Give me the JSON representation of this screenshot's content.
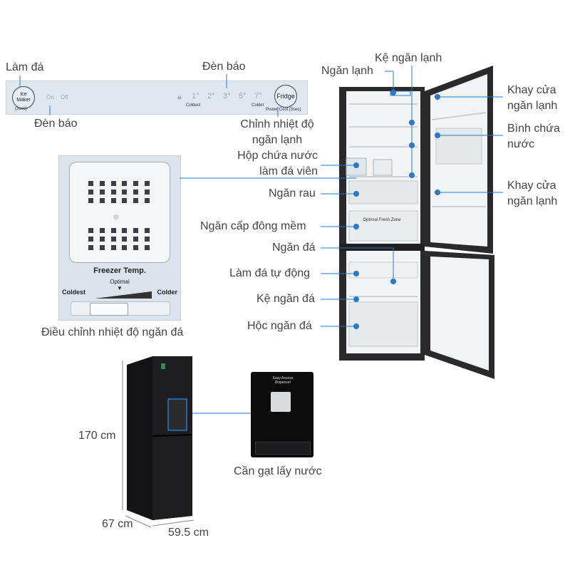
{
  "control_panel": {
    "ice_maker_button": "Ice Maker",
    "ice_maker_hint": "(3sec)",
    "on_label": "On",
    "off_label": "Off",
    "temp_steps": [
      "1°",
      "2°",
      "3°",
      "5°",
      "7°"
    ],
    "coldest_label": "Coldest",
    "colder_label": "Colder",
    "fridge_button": "Fridge",
    "fridge_hint": "Power Cool (3sec)"
  },
  "panel_callouts": {
    "ice_maker": "Làm đá",
    "indicator_top": "Đèn báo",
    "indicator_bottom": "Đèn báo",
    "fridge_temp": "Chỉnh nhiệt độ ngăn lạnh"
  },
  "freezer_dial": {
    "title": "Freezer Temp.",
    "optimal": "Optimal",
    "arrow": "▼",
    "coldest": "Coldest",
    "colder": "Colder",
    "caption": "Điều chỉnh nhiệt độ ngăn đá"
  },
  "fridge_callouts_left": {
    "fridge_compartment": "Ngăn lạnh",
    "fridge_shelf": "Kệ ngăn lạnh",
    "ice_tray_box": "Hộp chứa nước làm đá viên",
    "vegetable_drawer": "Ngăn rau",
    "soft_freeze": "Ngăn cấp đông mềm",
    "freezer_compartment": "Ngăn đá",
    "auto_ice": "Làm đá tự động",
    "freezer_shelf": "Kệ ngăn đá",
    "freezer_drawer": "Hộc ngăn đá"
  },
  "fridge_callouts_right": {
    "door_tray_1": "Khay cửa ngăn lạnh",
    "water_tank": "Bình chứa nước",
    "door_tray_2": "Khay cửa ngăn lạnh"
  },
  "interior_labels": {
    "optimal_fresh_zone": "Optimal Fresh Zone",
    "easy_access": "Easy Access Dispenser"
  },
  "dimensions": {
    "height": "170 cm",
    "depth": "67 cm",
    "width": "59.5 cm"
  },
  "dispenser_caption": "Cần gạt lấy nước",
  "colors": {
    "callout_line": "#2a78c7",
    "callout_dot": "#2a78c7",
    "fridge_body": "#1a1a1c",
    "panel_bg": "#dfe8f0"
  }
}
